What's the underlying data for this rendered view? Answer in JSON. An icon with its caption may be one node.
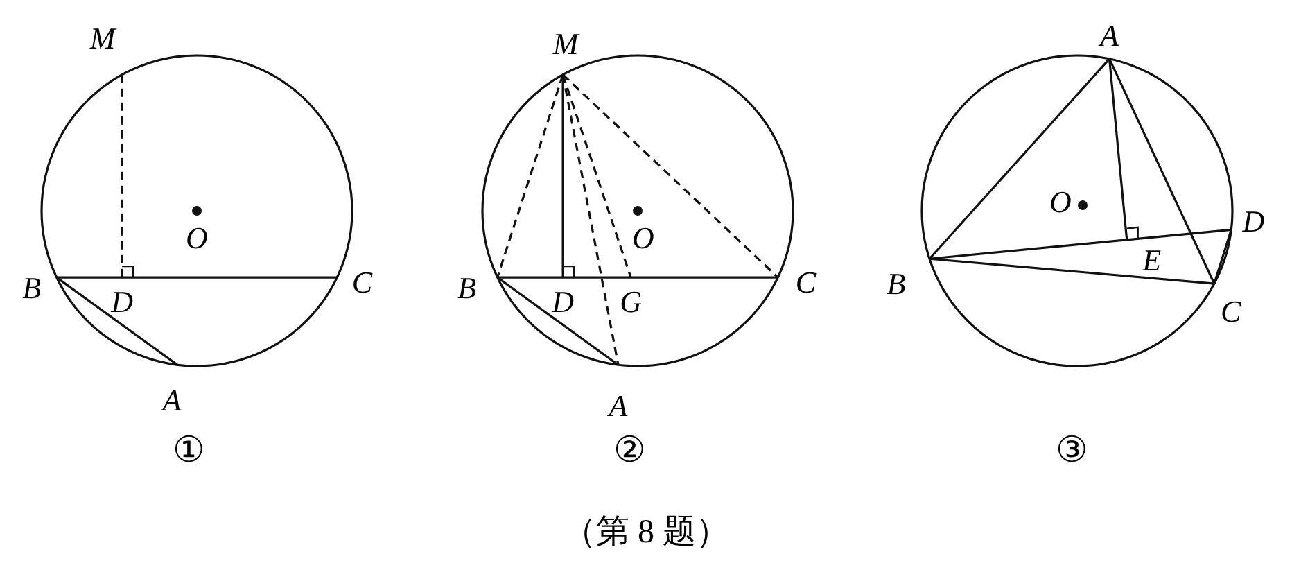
{
  "diagram": {
    "caption": "（第 8 题）",
    "labels": [
      "M",
      "O",
      "B",
      "D",
      "C",
      "A",
      "①",
      "M",
      "O",
      "B",
      "D",
      "G",
      "C",
      "A",
      "②",
      "A",
      "O",
      "D",
      "E",
      "B",
      "C",
      "③"
    ]
  }
}
